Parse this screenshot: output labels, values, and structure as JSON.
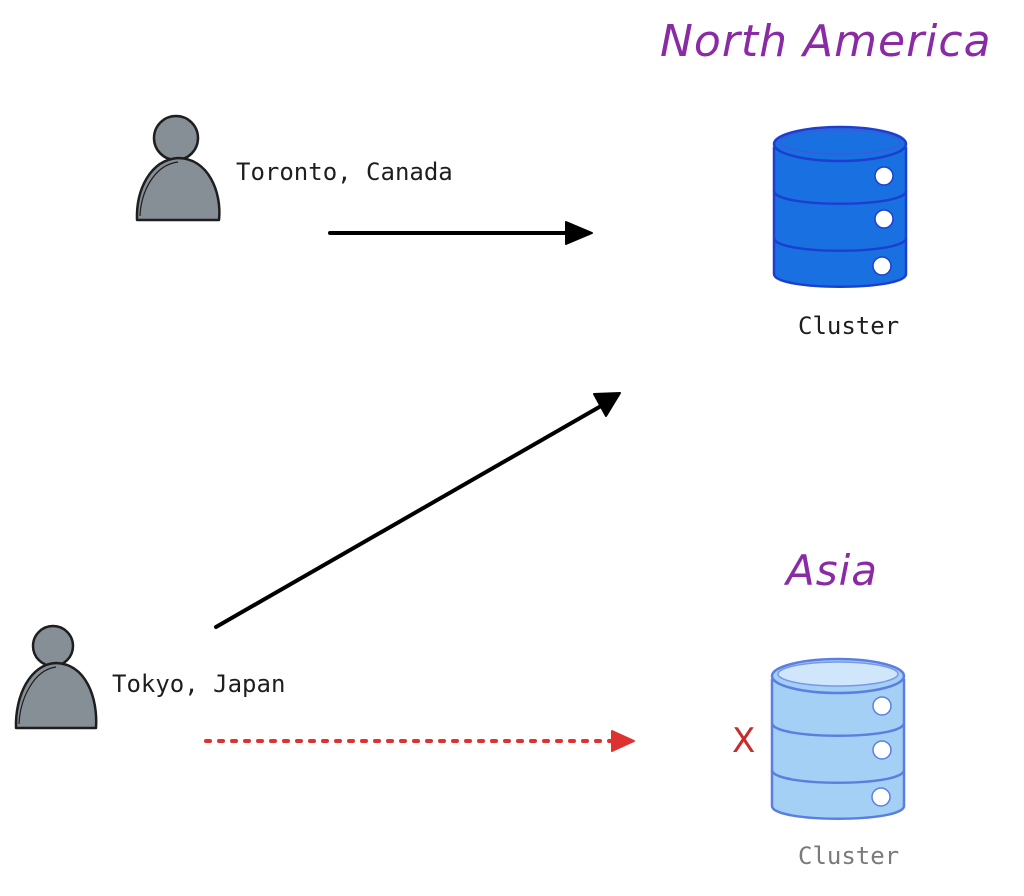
{
  "regions": {
    "north_america": {
      "title": "North America",
      "cluster_label": "Cluster"
    },
    "asia": {
      "title": "Asia",
      "cluster_label": "Cluster"
    }
  },
  "users": {
    "toronto": {
      "location": "Toronto, Canada"
    },
    "tokyo": {
      "location": "Tokyo, Japan"
    }
  },
  "marks": {
    "failed_connection_mark": "X"
  },
  "colors": {
    "region_title": "#8a2ba5",
    "user_fill": "#868e96",
    "cluster_na_fill": "#1971e1",
    "cluster_asia_fill": "#a5d0f5",
    "arrow_ok": "#000000",
    "arrow_failed": "#e03131"
  },
  "icons": [
    "person-icon",
    "database-cluster-icon",
    "arrow-icon",
    "dotted-arrow-icon",
    "x-mark-icon"
  ]
}
